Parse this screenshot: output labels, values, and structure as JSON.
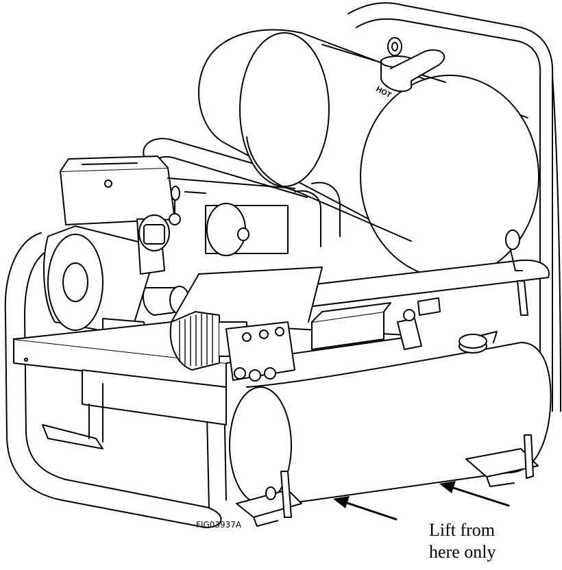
{
  "figure": {
    "figure_id": "FIG03937A",
    "tank_label": "HOT",
    "callout_line1": "Lift from",
    "callout_line2": "here only",
    "line_color": "#000000",
    "background_color": "#ffffff"
  }
}
